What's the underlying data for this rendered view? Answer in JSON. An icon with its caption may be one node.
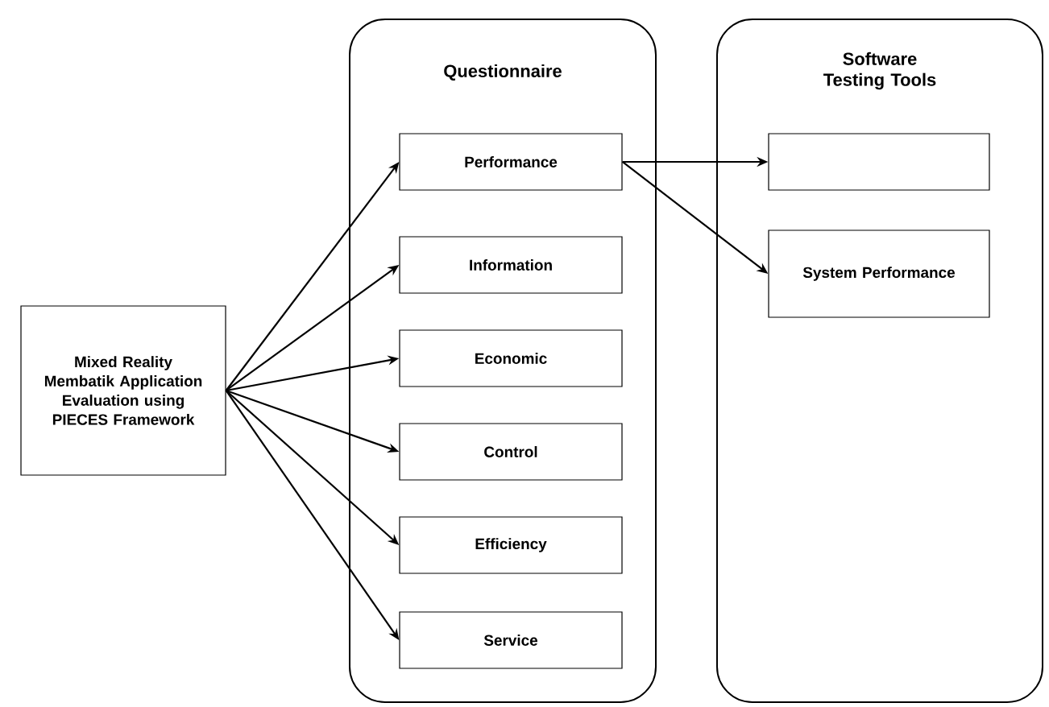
{
  "diagram": {
    "nodes": [
      {
        "text": [
          "Mixed Reality Membatik Application Evaluation using PIECES Framework"
        ]
      },
      {
        "text": [
          "Questionnaire"
        ]
      },
      {
        "text": [
          "Performance"
        ],
        "in": 1
      },
      {
        "text": [
          "Information"
        ],
        "in": 1
      },
      {
        "text": [
          "Economic"
        ],
        "in": 1
      },
      {
        "text": [
          "Control"
        ],
        "in": 1
      },
      {
        "text": [
          "Efficiency"
        ],
        "in": 1
      },
      {
        "text": [
          "Service"
        ],
        "in": 1
      },
      {
        "text": [
          "Software Testing Tools"
        ]
      },
      {
        "text": [],
        "shape": "box",
        "in": 8
      },
      {
        "text": [
          "System Performance"
        ],
        "in": 8
      }
    ],
    "edges": [
      {
        "from": 0,
        "to": 2,
        "arrow": "to"
      },
      {
        "from": 0,
        "to": 3,
        "arrow": "to"
      },
      {
        "from": 0,
        "to": 4,
        "arrow": "to"
      },
      {
        "from": 0,
        "to": 5,
        "arrow": "to"
      },
      {
        "from": 0,
        "to": 6,
        "arrow": "to"
      },
      {
        "from": 0,
        "to": 7,
        "arrow": "to"
      },
      {
        "from": 2,
        "to": 9,
        "arrow": "to"
      },
      {
        "from": 2,
        "to": 10,
        "arrow": "to"
      }
    ]
  }
}
